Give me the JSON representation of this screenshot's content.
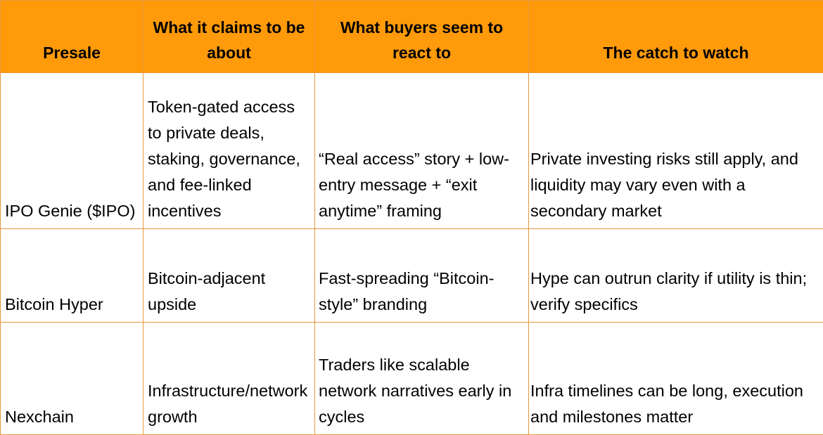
{
  "table": {
    "headers": [
      "Presale",
      "What it claims to be about",
      "What buyers seem to react to",
      "The catch to watch"
    ],
    "rows": [
      {
        "presale": "IPO Genie ($IPO)",
        "claims": "Token-gated access to private deals, staking, governance, and fee-linked incentives",
        "reaction": "“Real access” story + low-entry message + “exit anytime” framing",
        "catch": "Private investing risks still apply, and liquidity may vary even with a secondary market"
      },
      {
        "presale": "Bitcoin Hyper",
        "claims": "Bitcoin-adjacent upside",
        "reaction": "Fast-spreading “Bitcoin-style” branding",
        "catch": "Hype can outrun clarity if utility is thin; verify specifics"
      },
      {
        "presale": "Nexchain",
        "claims": "Infrastructure/network growth",
        "reaction": "Traders like scalable network narratives early in cycles",
        "catch": "Infra timelines can be long, execution and milestones matter"
      }
    ]
  },
  "colors": {
    "header_background": "#ff9a0a",
    "border": "#e8973a",
    "text": "#000000"
  }
}
